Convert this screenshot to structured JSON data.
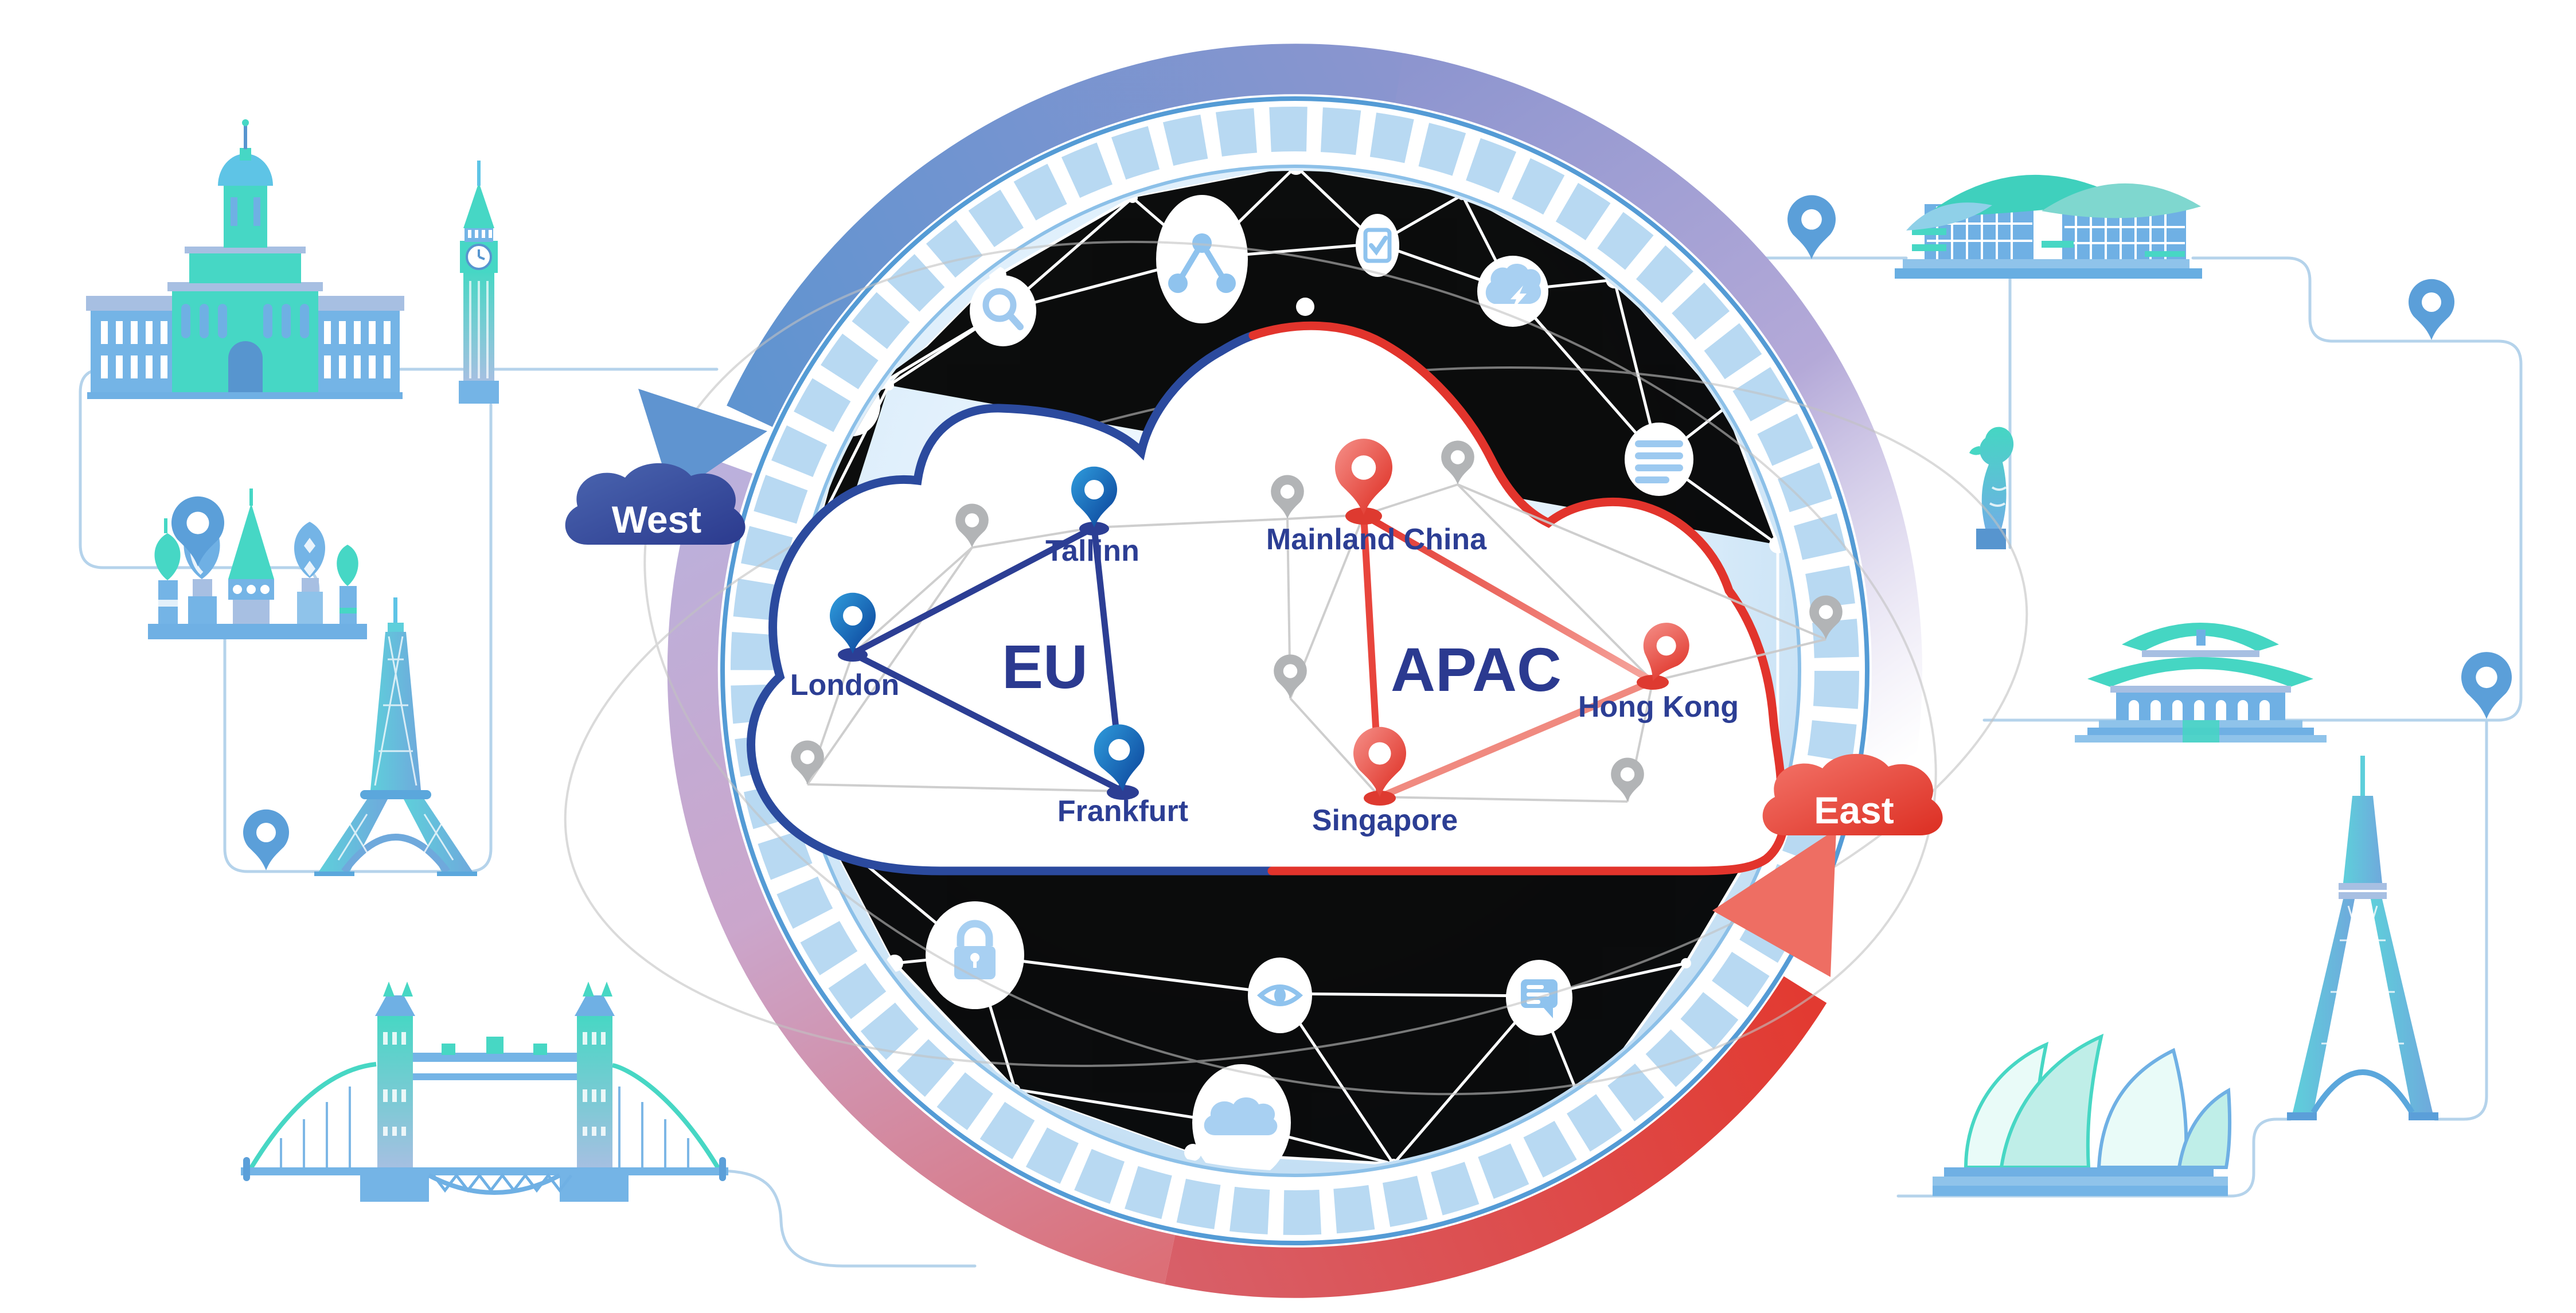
{
  "regions": [
    {
      "id": "eu",
      "label": "EU",
      "text_color": "#2b3a90",
      "border_color": "#2b4a9e",
      "cities": [
        {
          "name": "London"
        },
        {
          "name": "Tallinn"
        },
        {
          "name": "Frankfurt"
        }
      ]
    },
    {
      "id": "apac",
      "label": "APAC",
      "text_color": "#2b3a90",
      "border_color": "#e2342c",
      "cities": [
        {
          "name": "Mainland China"
        },
        {
          "name": "Hong Kong"
        },
        {
          "name": "Singapore"
        }
      ]
    }
  ],
  "direction_labels": {
    "west": "West",
    "east": "East"
  },
  "icons": [
    {
      "name": "search-icon"
    },
    {
      "name": "lightbulb-icon"
    },
    {
      "name": "network-nodes-icon"
    },
    {
      "name": "checkbox-icon"
    },
    {
      "name": "brainstorm-icon"
    },
    {
      "name": "list-icon"
    },
    {
      "name": "lock-icon"
    },
    {
      "name": "eye-icon"
    },
    {
      "name": "cloud-icon"
    },
    {
      "name": "chat-icon"
    }
  ],
  "landmarks": [
    "palace",
    "big-ben",
    "st-basils-cathedral",
    "eiffel-tower",
    "tower-bridge",
    "hk-convention-centre",
    "merlion",
    "forbidden-city",
    "tokyo-tower",
    "sydney-opera-house"
  ],
  "palette": {
    "eu_navy": "#2b3a90",
    "apac_red": "#e2342c",
    "band_blue": "#5f94d0",
    "band_purple": "#b4a9d8",
    "band_red": "#e23a31",
    "film_strip": "#b8d9f2",
    "mesh_fill": "#cfe6f8",
    "gray_pin": "#b2b4b6",
    "connector": "#b5d3eb",
    "landmark_teal": "#45d6c3",
    "landmark_blue": "#6fb0e4"
  }
}
